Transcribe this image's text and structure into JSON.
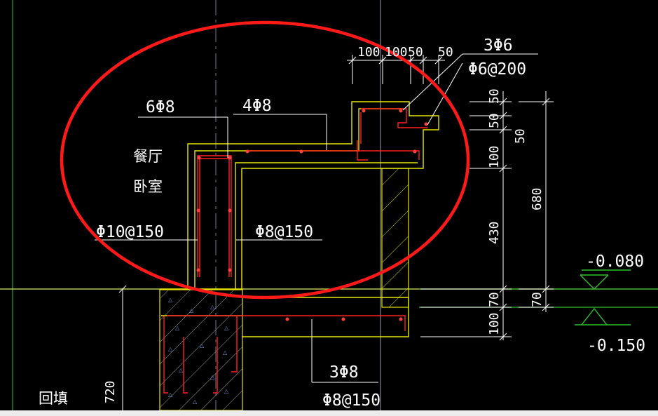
{
  "labels": {
    "rebar_6phi8": "6Φ8",
    "rebar_4phi8": "4Φ8",
    "room_dining": "餐厅",
    "room_bedroom": "卧室",
    "stirrup_left": "Φ10@150",
    "stirrup_right": "Φ8@150",
    "top_rebar": "3Φ6",
    "top_stirrup": "Φ6@200",
    "bottom_rebar": "3Φ8",
    "bottom_stirrup": "Φ8@150",
    "backfill": "回填",
    "depth_720": "720"
  },
  "dimensions": {
    "top": [
      "100",
      "100",
      "50",
      "50"
    ],
    "right_inner": [
      "50",
      "50",
      "100",
      "430",
      "70",
      "100"
    ],
    "right_outer": [
      "50",
      "680",
      "70"
    ]
  },
  "elevations": {
    "upper": "-0.080",
    "lower": "-0.150"
  },
  "colors": {
    "background": "#000000",
    "concrete_outline": "#e6e600",
    "rebar": "#ff2020",
    "dimension": "#ffffff",
    "ground_line": "#d8f060",
    "elevation_line": "#30c030",
    "highlight_ellipse": "#ff1a1a"
  }
}
